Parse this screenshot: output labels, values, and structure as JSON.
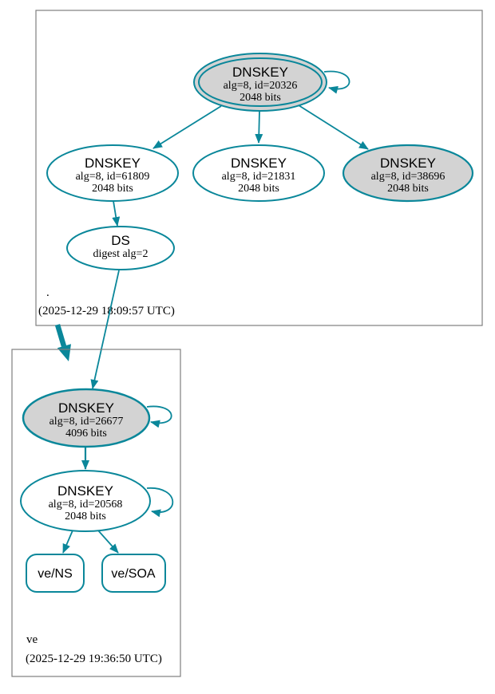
{
  "diagram": {
    "kind": "dnssec-authentication-chain",
    "colors": {
      "edge_teal": "#0a879a",
      "node_fill_sep": "#d3d3d3",
      "node_fill_plain": "#ffffff",
      "zone_box_border": "#7f7f7f",
      "text": "#000000"
    },
    "zones": {
      "root": {
        "name": ".",
        "timestamp": "(2025-12-29 18:09:57 UTC)",
        "nodes": {
          "ksk": {
            "type": "DNSKEY",
            "detail": "alg=8, id=20326",
            "bits": "2048 bits"
          },
          "zsk1": {
            "type": "DNSKEY",
            "detail": "alg=8, id=61809",
            "bits": "2048 bits"
          },
          "zsk2": {
            "type": "DNSKEY",
            "detail": "alg=8, id=21831",
            "bits": "2048 bits"
          },
          "zsk3": {
            "type": "DNSKEY",
            "detail": "alg=8, id=38696",
            "bits": "2048 bits"
          },
          "ds": {
            "type": "DS",
            "detail": "digest alg=2"
          }
        }
      },
      "ve": {
        "name": "ve",
        "timestamp": "(2025-12-29 19:36:50 UTC)",
        "nodes": {
          "ksk": {
            "type": "DNSKEY",
            "detail": "alg=8, id=26677",
            "bits": "4096 bits"
          },
          "zsk": {
            "type": "DNSKEY",
            "detail": "alg=8, id=20568",
            "bits": "2048 bits"
          },
          "ns": {
            "label": "ve/NS"
          },
          "soa": {
            "label": "ve/SOA"
          }
        }
      }
    }
  }
}
